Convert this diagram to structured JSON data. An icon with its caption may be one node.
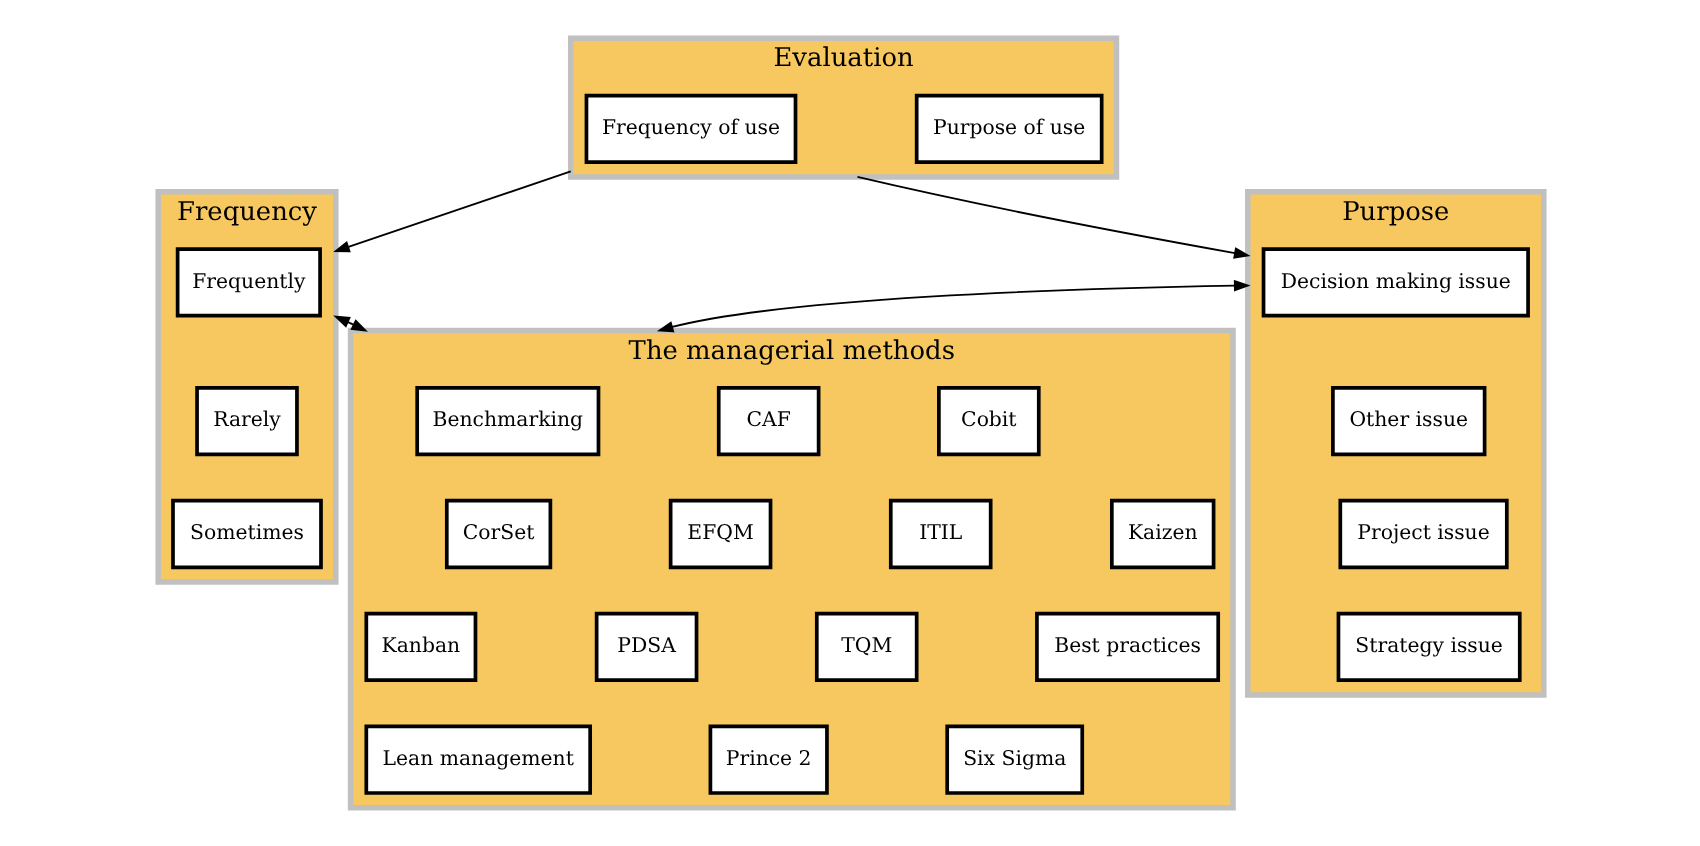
{
  "diagram": {
    "nodes": [
      {
        "text": [
          "Evaluation"
        ]
      },
      {
        "text": [
          "Frequency of use"
        ],
        "in": 0
      },
      {
        "text": [
          "Purpose of use"
        ],
        "in": 0
      },
      {
        "text": [
          "Frequency"
        ]
      },
      {
        "text": [
          "Frequently"
        ],
        "in": 3
      },
      {
        "text": [
          "Rarely"
        ],
        "in": 3
      },
      {
        "text": [
          "Sometimes"
        ],
        "in": 3
      },
      {
        "text": [
          "The managerial methods"
        ]
      },
      {
        "text": [
          "Benchmarking"
        ],
        "in": 7
      },
      {
        "text": [
          "CAF"
        ],
        "in": 7
      },
      {
        "text": [
          "Cobit"
        ],
        "in": 7
      },
      {
        "text": [
          "CorSet"
        ],
        "in": 7
      },
      {
        "text": [
          "EFQM"
        ],
        "in": 7
      },
      {
        "text": [
          "ITIL"
        ],
        "in": 7
      },
      {
        "text": [
          "Kaizen"
        ],
        "in": 7
      },
      {
        "text": [
          "Kanban"
        ],
        "in": 7
      },
      {
        "text": [
          "PDSA"
        ],
        "in": 7
      },
      {
        "text": [
          "TQM"
        ],
        "in": 7
      },
      {
        "text": [
          "Best practices"
        ],
        "in": 7
      },
      {
        "text": [
          "Lean management"
        ],
        "in": 7
      },
      {
        "text": [
          "Prince 2"
        ],
        "in": 7
      },
      {
        "text": [
          "Six Sigma"
        ],
        "in": 7
      },
      {
        "text": [
          "Purpose"
        ]
      },
      {
        "text": [
          "Decision making issue"
        ],
        "in": 22
      },
      {
        "text": [
          "Other issue"
        ],
        "in": 22
      },
      {
        "text": [
          "Project issue"
        ],
        "in": 22
      },
      {
        "text": [
          "Strategy issue"
        ],
        "in": 22
      }
    ],
    "edges": [
      {
        "from": 0,
        "to": 3,
        "arrow": "to"
      },
      {
        "from": 0,
        "to": 22,
        "arrow": "to"
      },
      {
        "from": 3,
        "to": 7,
        "arrow": "both"
      },
      {
        "from": 7,
        "to": 22,
        "arrow": "both"
      }
    ]
  }
}
